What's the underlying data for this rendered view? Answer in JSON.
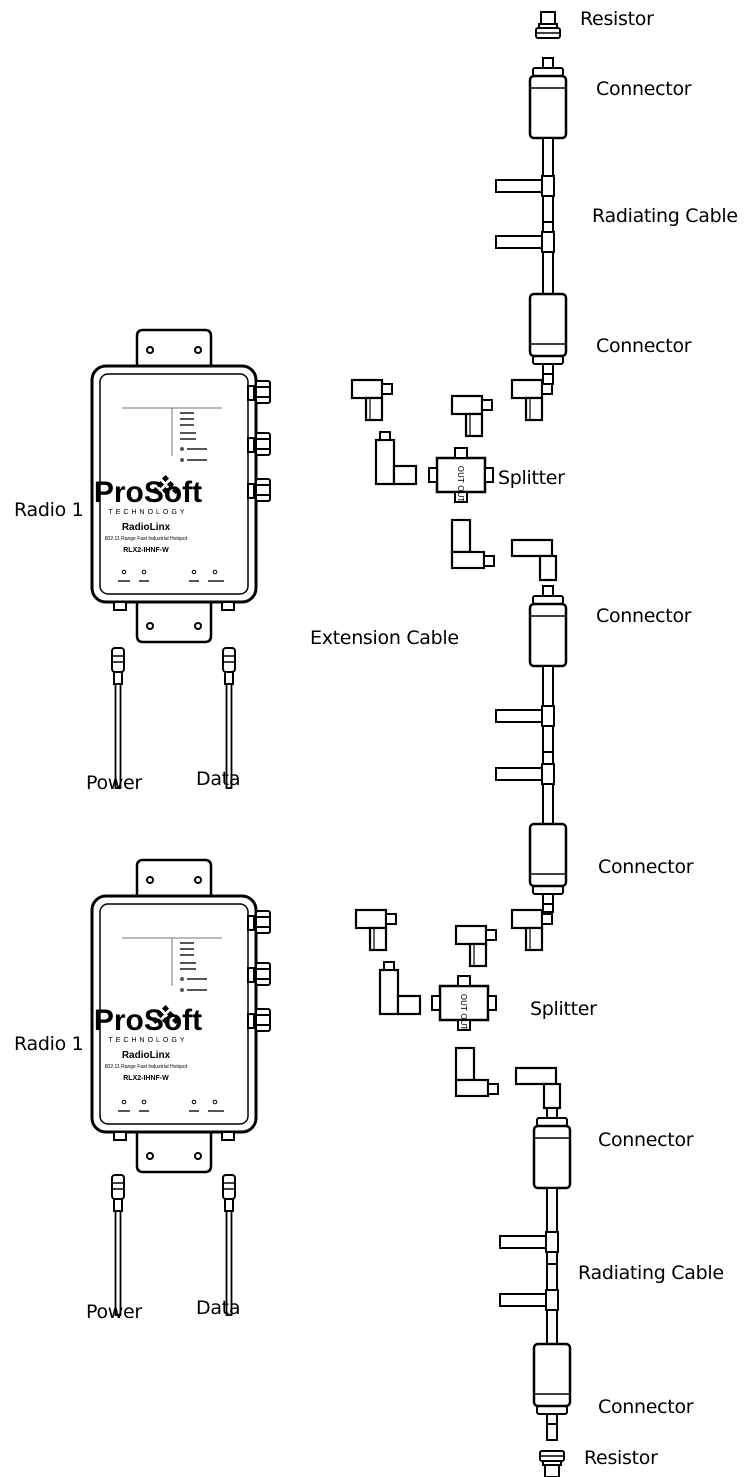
{
  "labels": {
    "resistor_top": "Resistor",
    "connector_1": "Connector",
    "radiating_cable_top": "Radiating Cable",
    "connector_2": "Connector",
    "splitter_top": "Splitter",
    "radio_top": "Radio 1",
    "connector_3": "Connector",
    "extension_cable": "Extension Cable",
    "power_top": "Power",
    "data_top": "Data",
    "connector_4": "Connector",
    "splitter_bottom": "Splitter",
    "radio_bottom": "Radio 1",
    "connector_5": "Connector",
    "radiating_cable_bottom": "Radiating Cable",
    "power_bottom": "Power",
    "data_bottom": "Data",
    "connector_6": "Connector",
    "resistor_bottom": "Resistor"
  },
  "device": {
    "brand": "ProSoft",
    "brand_sub": "TECHNOLOGY",
    "product": "RadioLinx",
    "tagline": "802.11 Range Fast Industrial Hotspot",
    "model": "RLX2-IHNF-W",
    "splitter_text": "OUT OUT"
  }
}
